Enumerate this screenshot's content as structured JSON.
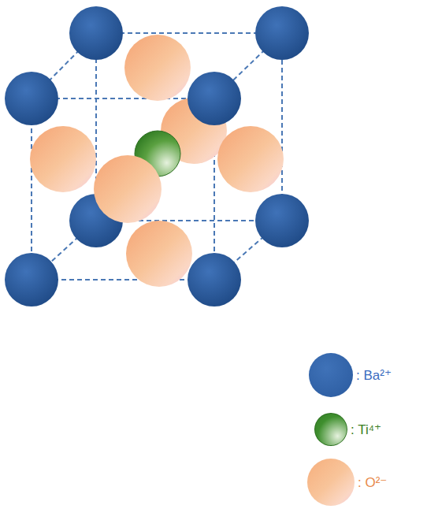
{
  "diagram": {
    "legend": [
      {
        "text": ": Ba²⁺",
        "color": "#2a5a9e"
      },
      {
        "text": ": Ti⁴⁺",
        "color": "#3f8f2e"
      },
      {
        "text": ": O²⁻",
        "color": "#f6ae7c"
      }
    ]
  }
}
